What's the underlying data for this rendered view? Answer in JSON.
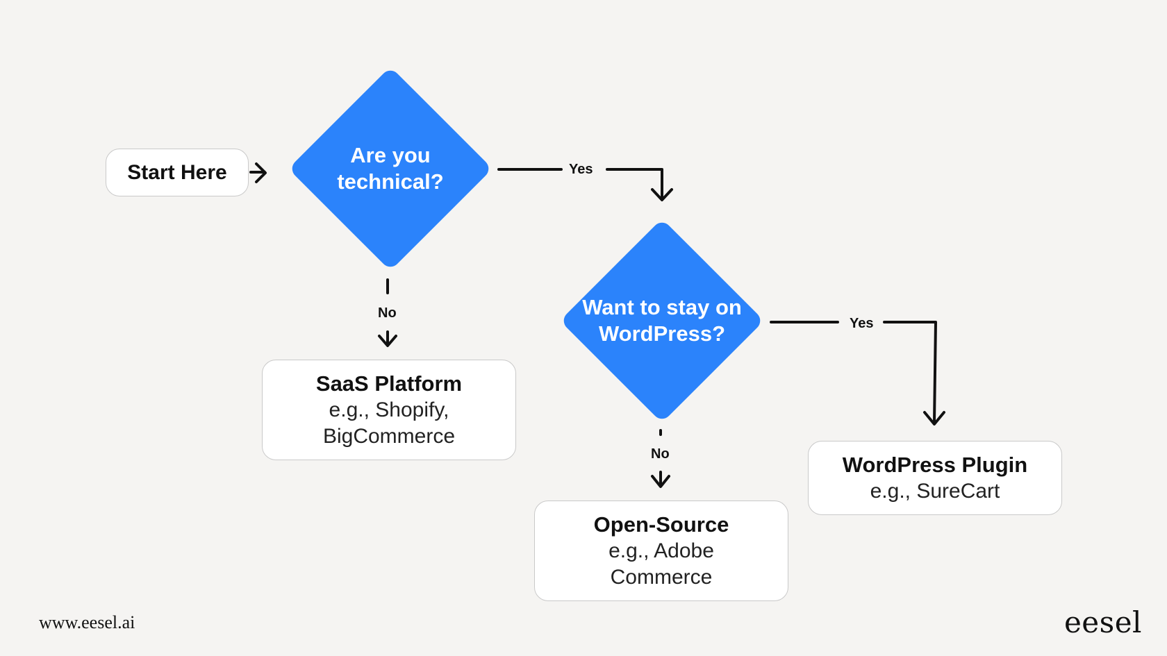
{
  "start": {
    "label": "Start Here"
  },
  "decisions": {
    "technical": {
      "line1": "Are you",
      "line2": "technical?"
    },
    "wordpress": {
      "line1": "Want to stay on",
      "line2": "WordPress?"
    }
  },
  "edges": {
    "technical_yes": "Yes",
    "technical_no": "No",
    "wordpress_yes": "Yes",
    "wordpress_no": "No"
  },
  "outcomes": {
    "saas": {
      "title": "SaaS Platform",
      "line1": "e.g., Shopify,",
      "line2": "BigCommerce"
    },
    "open_source": {
      "title": "Open-Source",
      "line1": "e.g., Adobe",
      "line2": "Commerce"
    },
    "wp_plugin": {
      "title": "WordPress Plugin",
      "line1": "e.g., SureCart"
    }
  },
  "footer": {
    "url": "www.eesel.ai",
    "logo": "eesel"
  },
  "colors": {
    "decision": "#2b83fb",
    "background": "#f5f4f2",
    "line": "#111111"
  },
  "icons": [
    "arrow-right-icon",
    "arrow-down-icon"
  ]
}
